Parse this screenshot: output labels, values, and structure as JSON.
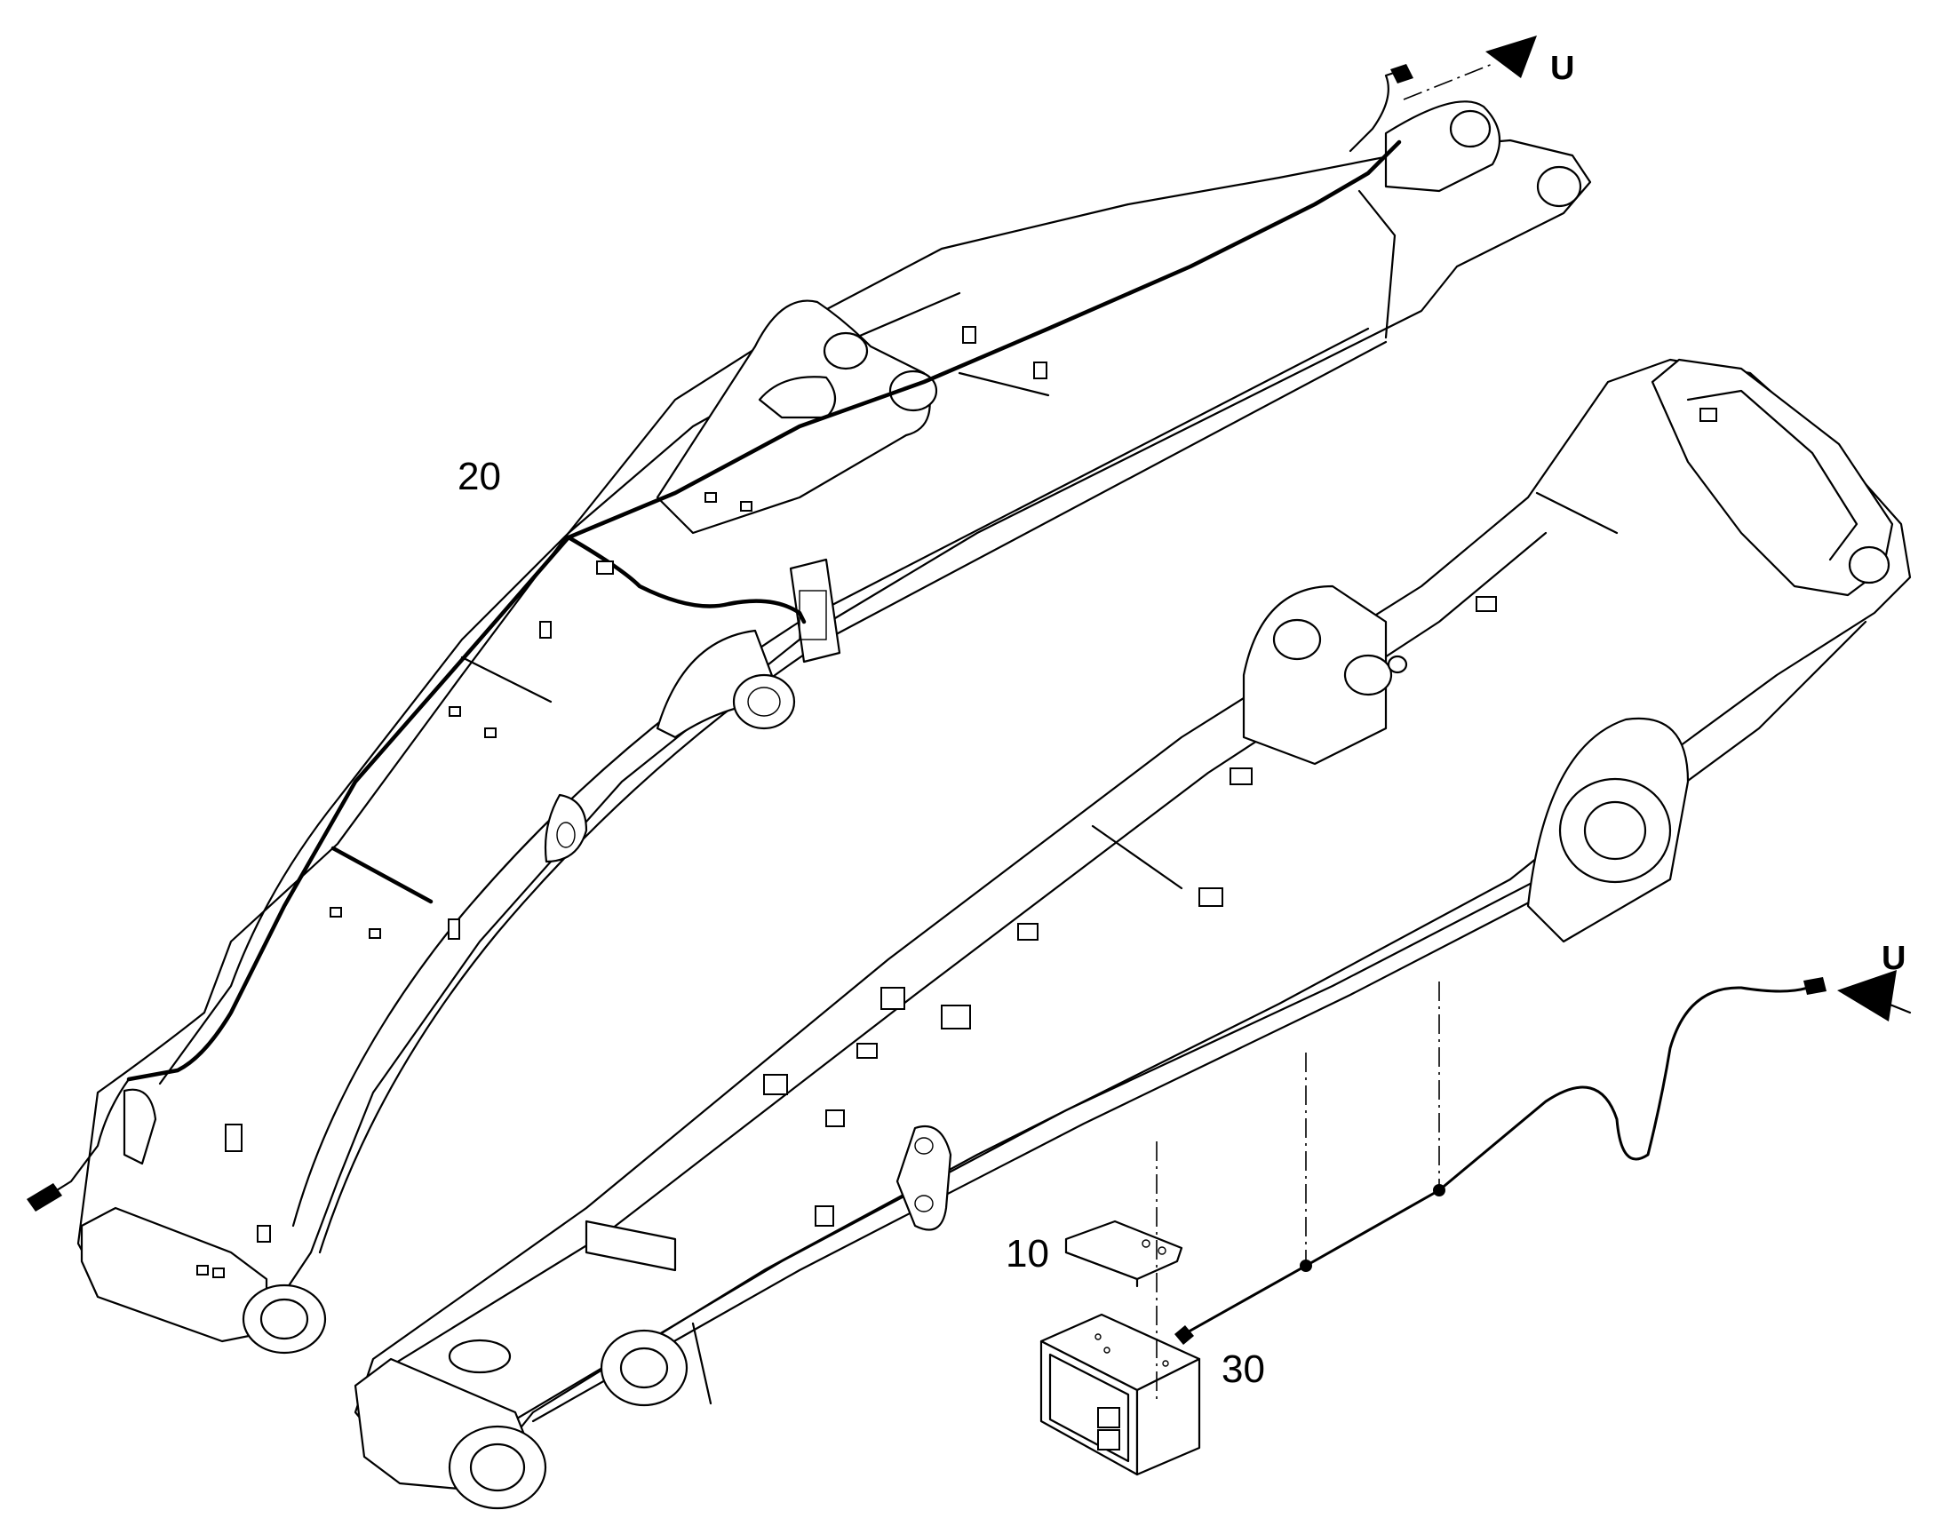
{
  "diagram": {
    "callouts": [
      {
        "id": "callout-10",
        "text": "10"
      },
      {
        "id": "callout-20",
        "text": "20"
      },
      {
        "id": "callout-30",
        "text": "30"
      }
    ],
    "direction_labels": [
      {
        "id": "direction-u-top",
        "text": "U"
      },
      {
        "id": "direction-u-right",
        "text": "U"
      }
    ],
    "parts": [
      {
        "name": "arm-with-harness",
        "callout": "20"
      },
      {
        "name": "boom",
        "callout": ""
      },
      {
        "name": "mounting-plate",
        "callout": "10"
      },
      {
        "name": "junction-box",
        "callout": "30"
      },
      {
        "name": "cable-harness",
        "callout": ""
      }
    ],
    "colors": {
      "ink": "#000000",
      "paper": "#ffffff"
    }
  }
}
